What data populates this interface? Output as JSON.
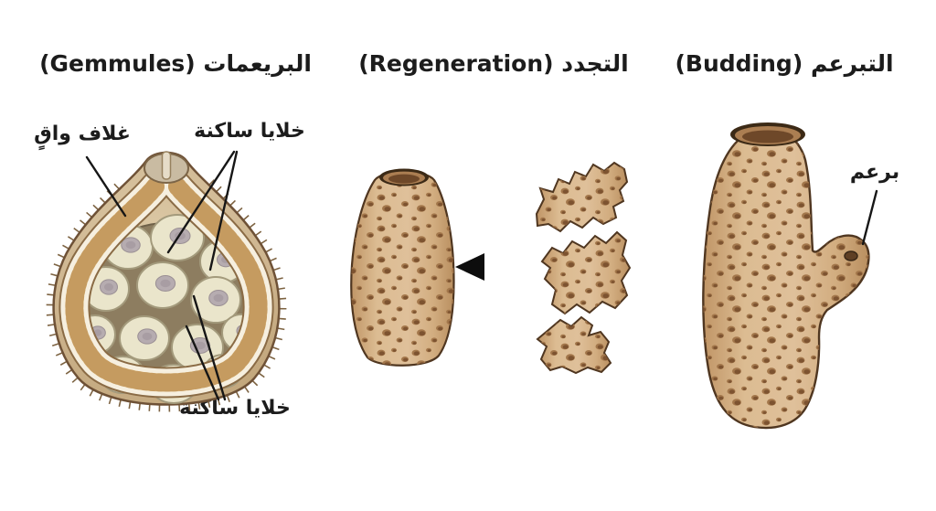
{
  "titles": {
    "gemmules": "البريعمات (Gemmules)",
    "regeneration": "التجدد (Regeneration)",
    "budding": "التبرعم (Budding)"
  },
  "labels": {
    "protective_coat": "غلاف واقٍ",
    "dormant_cells": "خلايا ساكنة",
    "bud": "برعم"
  },
  "colors": {
    "background": "#ffffff",
    "sponge_body_tan": "#d6b58c",
    "sponge_outline_brown": "#4f3620",
    "pore_brown": "#a3774b",
    "pore_dark": "#7d5330",
    "gemmule_coat_gold": "#e3c286",
    "coat_casing_cream": "#f6efdf",
    "gemmule_interior": "#8d7d60",
    "dormant_cell_fill": "#eae5cb",
    "nucleus_gray": "#b6acb0",
    "text_black": "#1c1c1c",
    "arrow_black": "#0d0d0d"
  }
}
